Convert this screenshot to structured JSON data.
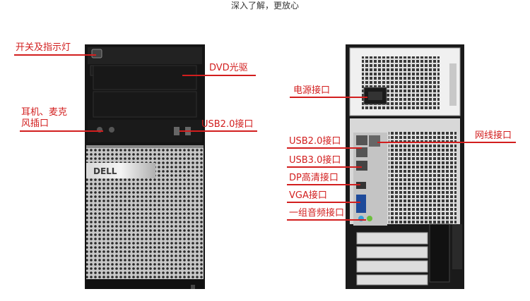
{
  "header": {
    "title": "深入了解，更放心"
  },
  "front": {
    "power_label": "开关及指示灯",
    "dvd_label": "DVD光驱",
    "audio_label_line1": "耳机、麦克",
    "audio_label_line2": "风插口",
    "usb_label": "USB2.0接口",
    "brand_logo": "DELL"
  },
  "back": {
    "power_label": "电源接口",
    "usb2_label": "USB2.0接口",
    "usb3_label": "USB3.0接口",
    "dp_label": "DP高清接口",
    "vga_label": "VGA接口",
    "audio_label": "一组音频接口",
    "lan_label": "网线接口"
  },
  "colors": {
    "accent": "#d21e1e",
    "case_black": "#1a1a1a",
    "case_silver": "#b8b8b8"
  }
}
